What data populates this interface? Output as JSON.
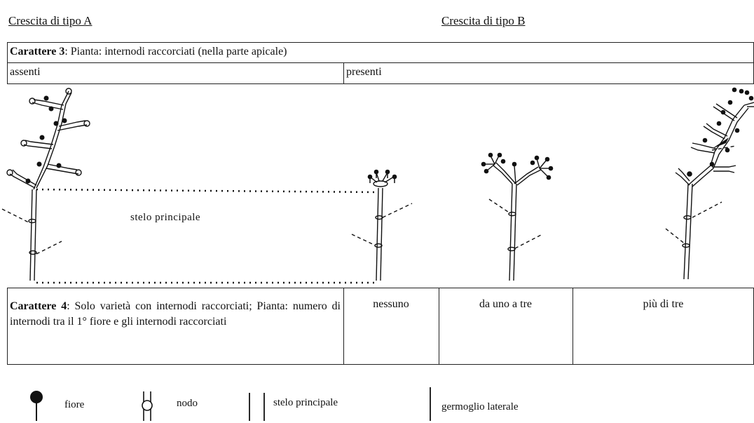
{
  "headers": {
    "type_a": "Crescita di tipo A",
    "type_b": "Crescita di tipo B"
  },
  "char3": {
    "title_bold": "Carattere 3",
    "title_rest": ": Pianta: internodi raccorciati (nella parte apicale)",
    "opt_absent": "assenti",
    "opt_present": "presenti"
  },
  "diagram": {
    "main_stem_label": "stelo principale"
  },
  "char4": {
    "title_bold": "Carattere 4",
    "title_rest": ": Solo varietà con internodi raccorciati; Pianta: numero di internodi tra il 1° fiore e gli internodi raccorciati",
    "opt_none": "nessuno",
    "opt_one_three": "da uno a tre",
    "opt_more_three": "più di tre"
  },
  "legend": {
    "flower": "fiore",
    "node": "nodo",
    "main_stem": "stelo principale",
    "lateral_shoot": "germoglio laterale"
  }
}
